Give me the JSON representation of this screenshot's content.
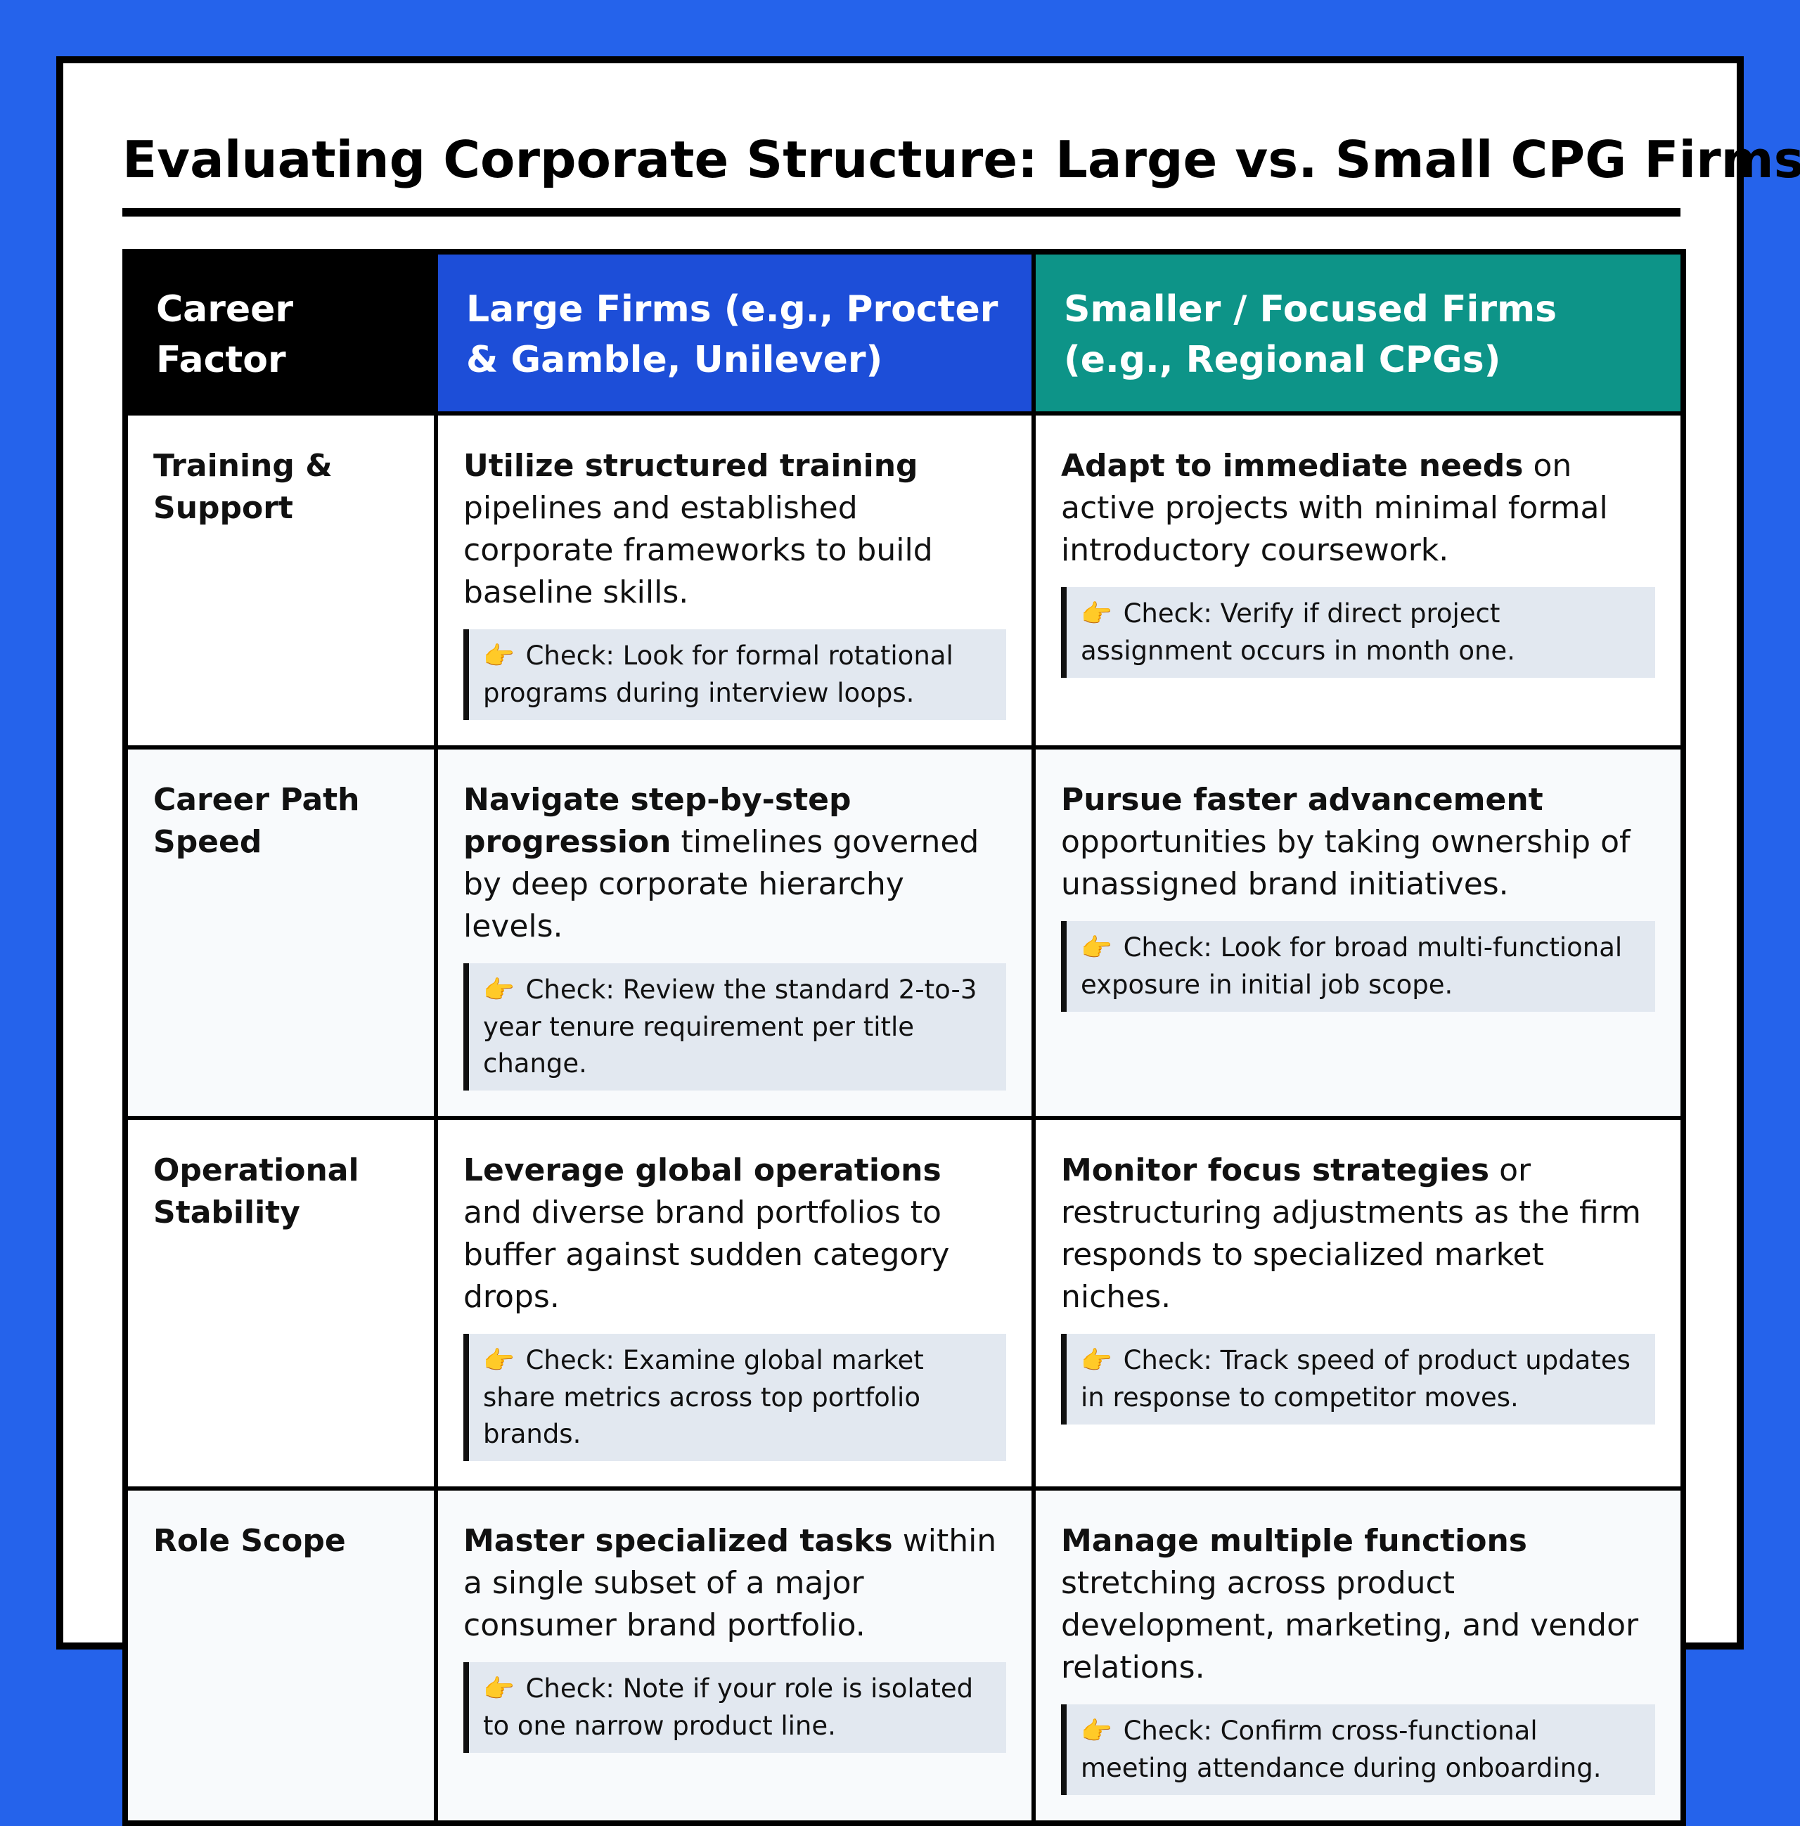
{
  "title": "Evaluating Corporate Structure: Large vs. Small CPG Firms",
  "headers": {
    "factor": "Career Factor",
    "large": "Large Firms (e.g., Procter & Gamble, Unilever)",
    "small": "Smaller / Focused Firms (e.g., Regional CPGs)"
  },
  "check_icon": "👉",
  "rows": [
    {
      "factor": "Training & Support",
      "large": {
        "bold": "Utilize structured training",
        "rest": " pipelines and established corporate frameworks to build baseline skills.",
        "check": "Check: Look for formal rotational programs during interview loops."
      },
      "small": {
        "bold": "Adapt to immediate needs",
        "rest": " on active projects with minimal formal introductory coursework.",
        "check": "Check: Verify if direct project assignment occurs in month one."
      }
    },
    {
      "factor": "Career Path Speed",
      "large": {
        "bold": "Navigate step-by-step progression",
        "rest": " timelines governed by deep corporate hierarchy levels.",
        "check": "Check: Review the standard 2-to-3 year tenure requirement per title change."
      },
      "small": {
        "bold": "Pursue faster advancement",
        "rest": " opportunities by taking ownership of unassigned brand initiatives.",
        "check": "Check: Look for broad multi-functional exposure in initial job scope."
      }
    },
    {
      "factor": "Operational Stability",
      "large": {
        "bold": "Leverage global operations",
        "rest": " and diverse brand portfolios to buffer against sudden category drops.",
        "check": "Check: Examine global market share metrics across top portfolio brands."
      },
      "small": {
        "bold": "Monitor focus strategies",
        "rest": " or restructuring adjustments as the firm responds to specialized market niches.",
        "check": "Check: Track speed of product updates in response to competitor moves."
      }
    },
    {
      "factor": "Role Scope",
      "large": {
        "bold": "Master specialized tasks",
        "rest": " within a single subset of a major consumer brand portfolio.",
        "check": "Check: Note if your role is isolated to one narrow product line."
      },
      "small": {
        "bold": "Manage multiple functions",
        "rest": " stretching across product development, marketing, and vendor relations.",
        "check": "Check: Confirm cross-functional meeting attendance during onboarding."
      }
    }
  ]
}
